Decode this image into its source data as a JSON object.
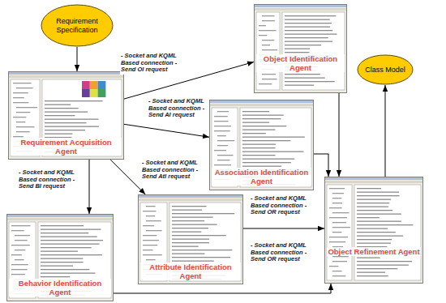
{
  "diagram": {
    "nodes": [
      {
        "text": [
          "Requirement Specification"
        ]
      },
      {
        "text": [
          "Requirement Acquisition Agent"
        ]
      },
      {
        "text": [
          "Object Identification Agent"
        ]
      },
      {
        "text": [
          "Association Identification Agent"
        ]
      },
      {
        "text": [
          "Attribute Identification Agent"
        ]
      },
      {
        "text": [
          "Behavior Identification Agent"
        ]
      },
      {
        "text": [
          "Object Refinement Agent"
        ]
      },
      {
        "text": [
          "Class Model"
        ]
      }
    ],
    "edges": [
      {
        "from": 0,
        "to": 1,
        "arrow": "to"
      },
      {
        "from": 1,
        "to": 2,
        "arrow": "to",
        "label": "- Socket and KQML Based connection - Send OI request"
      },
      {
        "from": 1,
        "to": 3,
        "arrow": "to",
        "label": "- Socket and KQML Based connection - Send AI request"
      },
      {
        "from": 1,
        "to": 4,
        "arrow": "to",
        "label": "- Socket and KQML Based connection - Send AtI request"
      },
      {
        "from": 1,
        "to": 5,
        "arrow": "to",
        "label": "- Socket and KQML Based connection - Send BI request"
      },
      {
        "from": 2,
        "to": 6,
        "arrow": "to"
      },
      {
        "from": 3,
        "to": 6,
        "arrow": "to",
        "label": "- Socket and KQML Based connection - Send OR request"
      },
      {
        "from": 4,
        "to": 6,
        "arrow": "to",
        "label": "- Socket and KQML Based connection - Send OR request"
      },
      {
        "from": 5,
        "to": 6,
        "arrow": "to"
      },
      {
        "from": 6,
        "to": 7,
        "arrow": "to"
      }
    ]
  }
}
